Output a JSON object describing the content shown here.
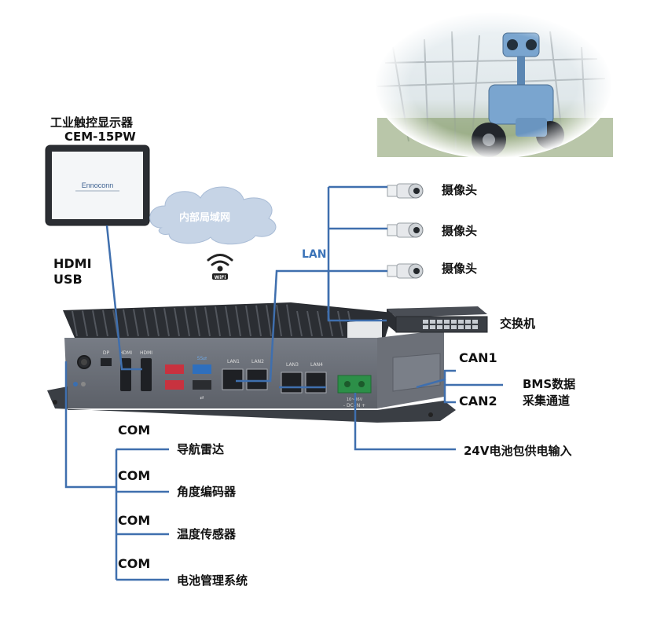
{
  "display": {
    "title": "工业触控显示器",
    "model": "CEM-15PW",
    "screen_logo": "Ennoconn"
  },
  "cloud_label": "内部局域网",
  "left_labels": {
    "hdmi": "HDMI",
    "usb": "USB"
  },
  "lan_label": "LAN",
  "cameras": [
    "摄像头",
    "摄像头",
    "摄像头"
  ],
  "switch_label": "交换机",
  "can": {
    "can1": "CAN1",
    "can2": "CAN2",
    "bms_line1": "BMS数据",
    "bms_line2": "采集通道"
  },
  "power_label": "24V电池包供电输入",
  "com_devices": [
    {
      "com": "COM",
      "device": "导航雷达"
    },
    {
      "com": "COM",
      "device": "角度编码器"
    },
    {
      "com": "COM",
      "device": "温度传感器"
    },
    {
      "com": "COM",
      "device": "电池管理系统"
    }
  ],
  "ports": {
    "dp": "DP",
    "hdmi1": "HDMI",
    "hdmi2": "HDMI",
    "lan1": "LAN1",
    "lan2": "LAN2",
    "lan3": "LAN3",
    "lan4": "LAN4",
    "dc": "10~36V",
    "dc_pins": "- DC-IN +"
  },
  "colors": {
    "line": "#3f6fae",
    "chassis": "#5b6068",
    "panel": "#6b7079"
  }
}
